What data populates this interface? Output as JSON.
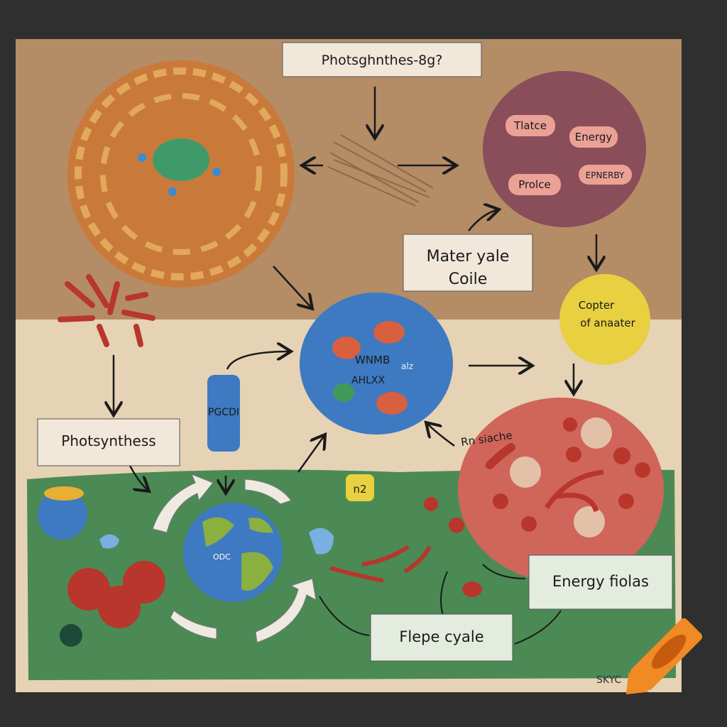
{
  "labels": {
    "top_title": "Photsghnthes-8g?",
    "purple_cell": [
      "Tlatce",
      "Energy",
      "EPNERBY",
      "Prolce"
    ],
    "mater_line1": "Mater yale",
    "mater_line2": "Coile",
    "yellow_line1": "Copter",
    "yellow_line2": "of anaater",
    "blue_cell_line1": "WNMB",
    "blue_cell_sub": "alz",
    "blue_cell_line2": "AHLXX",
    "tube": "PGCDI",
    "photosynthesis_left": "Photsynthess",
    "yellow_block": "n2",
    "red_cell": "Rn siache",
    "globe": "ODC",
    "energy_box": "Energy fiolas",
    "cycle_box": "Flepe cyale",
    "watermark": "SKYC"
  },
  "colors": {
    "background": "#2f2f2f",
    "paper_top": "#b48c66",
    "paper_bottom": "#e6d2b5",
    "green_band": "#4b8a55",
    "orange_cell": "#c97a3a",
    "purple_cell": "#8a4d5a",
    "blue_cell": "#3d7ac2",
    "yellow_cell": "#e8d040",
    "red_cell": "#d0655a",
    "crayon": "#f08a24"
  }
}
